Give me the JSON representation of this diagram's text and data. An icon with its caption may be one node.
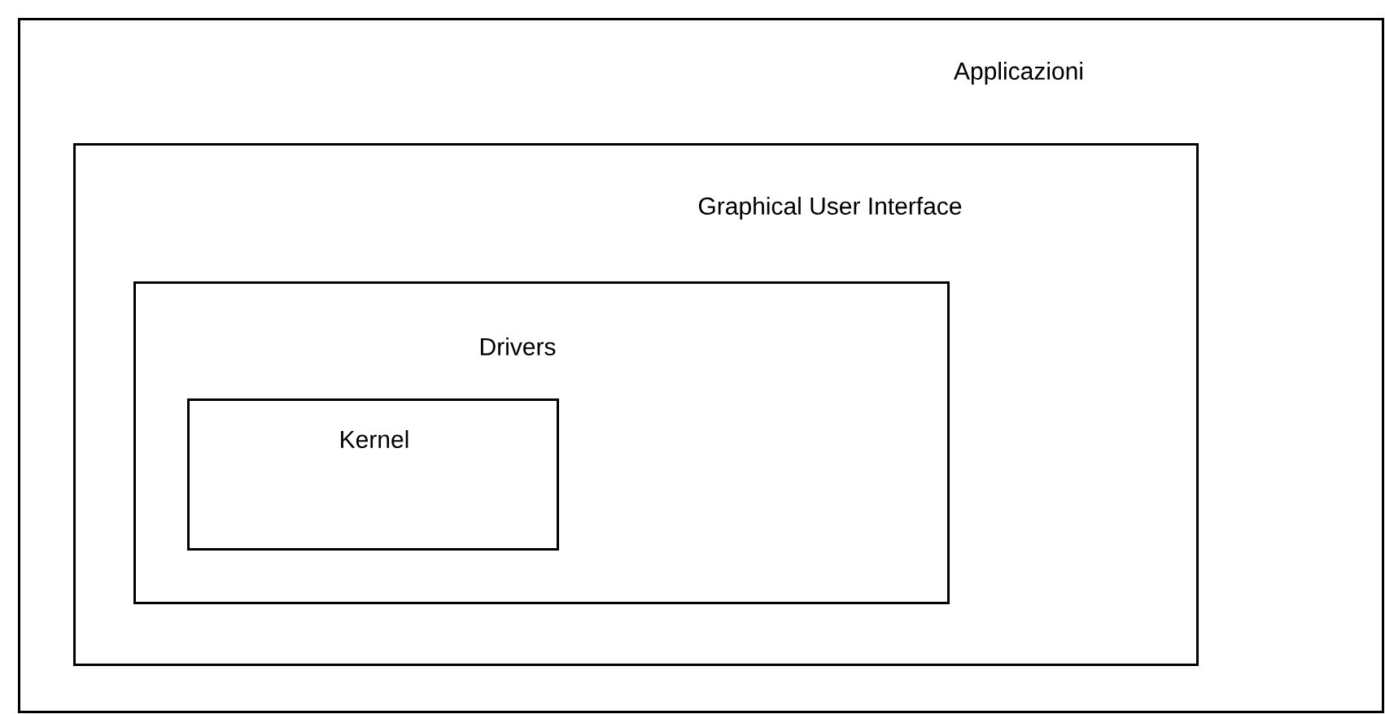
{
  "diagram": {
    "nodes": [
      {
        "text": [
          "Applicazioni"
        ]
      },
      {
        "text": [
          "Graphical User Interface"
        ],
        "in": 0
      },
      {
        "text": [
          "Drivers"
        ],
        "in": 1
      },
      {
        "text": [
          "Kernel"
        ],
        "in": 2
      }
    ]
  }
}
